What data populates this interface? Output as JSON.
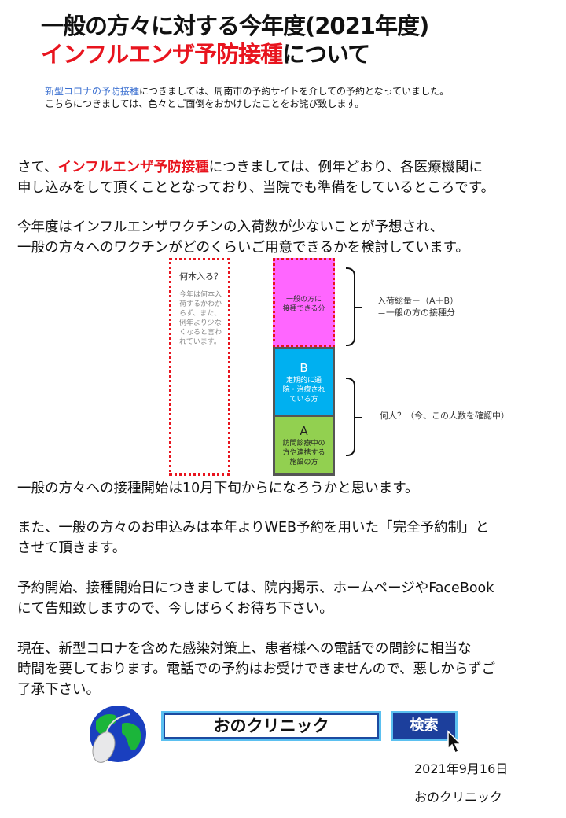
{
  "title": {
    "line1": "一般の方々に対する今年度(2021年度)",
    "line2_red": "インフルエンザ予防接種",
    "line2_rest": "について"
  },
  "note": {
    "link": "新型コロナの予防接種",
    "line1_rest": "につきましては、周南市の予約サイトを介しての予約となっていました。",
    "line2": "こちらにつきましては、色々とご面倒をおかけしたことをお詫び致します。"
  },
  "paragraphs": {
    "p1_a": "さて、",
    "p1_red": "インフルエンザ予防接種",
    "p1_b": "につきましては、例年どおり、各医療機関に",
    "p1_c": "申し込みをして頂くこととなっており、当院でも準備をしているところです。",
    "p2_a": "今年度はインフルエンザワクチンの入荷数が少ないことが予想され、",
    "p2_b": "一般の方々へのワクチンがどのくらいご用意できるかを検討しています。",
    "p3": "一般の方々への接種開始は10月下旬からになろうかと思います。",
    "p4_a": "また、一般の方々のお申込みは本年よりWEB予約を用いた「完全予約制」と",
    "p4_b": "させて頂きます。",
    "p5_a": "予約開始、接種開始日につきましては、院内掲示、ホームページやFaceBook",
    "p5_b": "にて告知致しますので、今しばらくお待ち下さい。",
    "p6_a": "現在、新型コロナを含めた感染対策上、患者様への電話での問診に相当な",
    "p6_b": "時間を要しております。電話での予約はお受けできませんので、悪しからずご",
    "p6_c": "了承下さい。"
  },
  "diagram": {
    "left_title": "何本入る？",
    "left_text": [
      "今年は何本入",
      "荷するかわか",
      "らず、また、",
      "例年より少な",
      "くなると言わ",
      "れています。"
    ],
    "pink": [
      "一般の方に",
      "接種できる分"
    ],
    "blue_letter": "B",
    "blue": [
      "定期的に通",
      "院・治療され",
      "ている方"
    ],
    "green_letter": "A",
    "green": [
      "訪問診療中の",
      "方や連携する",
      "施設の方"
    ],
    "right_top": [
      "入荷総量－（A＋B）",
      "＝一般の方の接種分"
    ],
    "right_bottom": "何人？（今、この人数を確認中）",
    "colors": {
      "pink": "#ff66ff",
      "blue": "#00b0f0",
      "green": "#92d050"
    }
  },
  "search": {
    "query": "おのクリニック",
    "button": "検索"
  },
  "footer": {
    "date": "2021年9月16日",
    "clinic": "おのクリニック"
  }
}
